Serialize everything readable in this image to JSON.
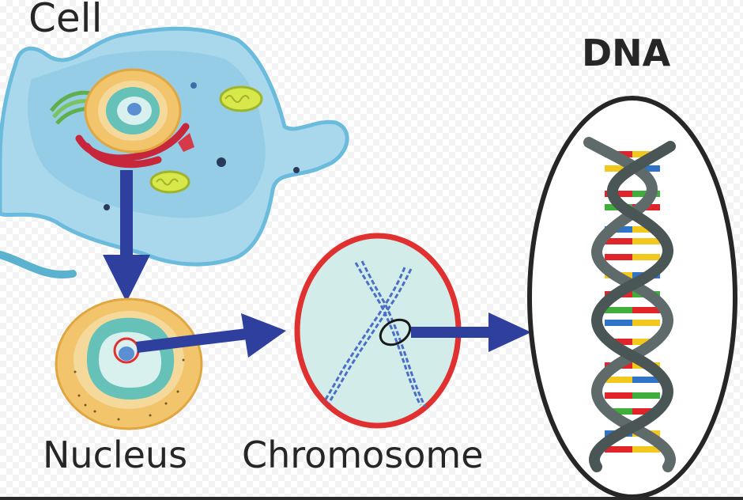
{
  "labels": {
    "cell": "Cell",
    "dna": "DNA",
    "nucleus": "Nucleus",
    "chromosome": "Chromosome"
  },
  "colors": {
    "arrow": "#2f3f9e",
    "cell_body": "#a9d8ec",
    "cell_outline": "#6bbcdc",
    "nucleus_outer": "#f2c46b",
    "nucleus_inner": "#66c2b8",
    "highlight_circle": "#e03030",
    "chromosome_fill": "#d2ecea",
    "chromosome_strand": "#4a6fc4",
    "dna_backbone": "#5f6b6b",
    "dna_outline": "#262626",
    "base_red": "#e0242a",
    "base_yellow": "#f2c81c",
    "base_green": "#3fae3a",
    "base_blue": "#2f74c8"
  },
  "icons": [
    "cell-illustration",
    "nucleus-illustration",
    "chromosome-illustration",
    "dna-helix-illustration"
  ]
}
